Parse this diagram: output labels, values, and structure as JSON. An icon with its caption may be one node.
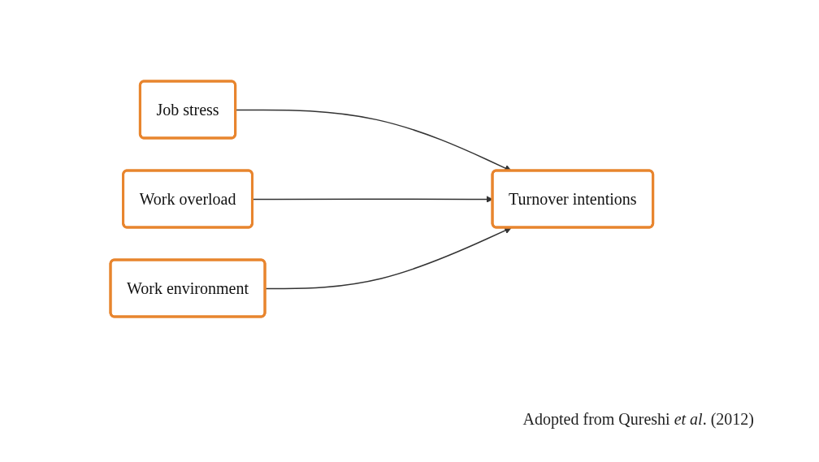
{
  "diagram": {
    "caption": "Adopted from Qureshi *et al*. (2012)",
    "nodes": [
      {
        "text": [
          "Job stress"
        ]
      },
      {
        "text": [
          "Work overload"
        ]
      },
      {
        "text": [
          "Work environment"
        ]
      },
      {
        "text": [
          "Turnover intentions"
        ]
      }
    ],
    "edges": [
      {
        "from": 0,
        "to": 3,
        "arrow": "to"
      },
      {
        "from": 1,
        "to": 3,
        "arrow": "to"
      },
      {
        "from": 2,
        "to": 3,
        "arrow": "to"
      }
    ]
  }
}
